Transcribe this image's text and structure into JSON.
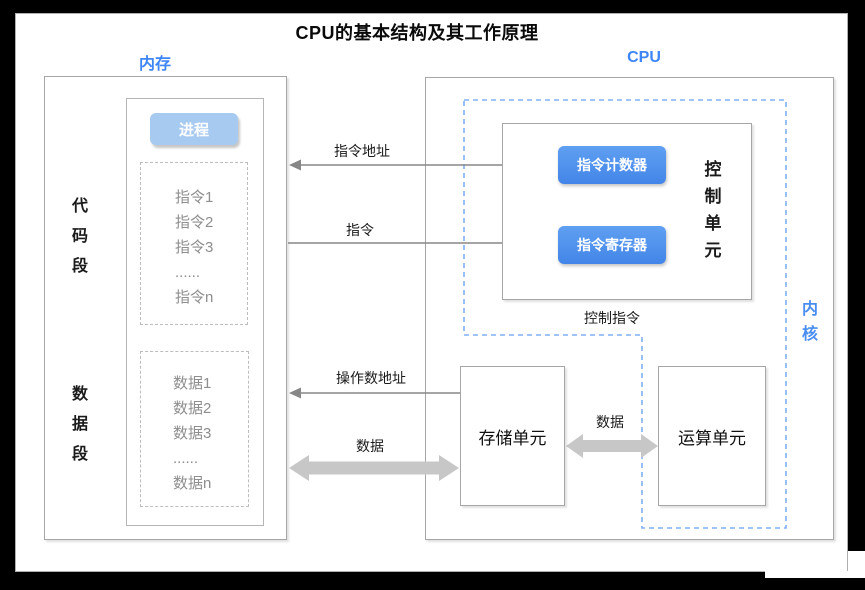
{
  "page": {
    "title": "CPU的基本结构及其工作原理"
  },
  "memory": {
    "label": "内存",
    "process_button": "进程",
    "code_segment": {
      "label": "代码段",
      "items": [
        "指令1",
        "指令2",
        "指令3",
        "......",
        "指令n"
      ]
    },
    "data_segment": {
      "label": "数据段",
      "items": [
        "数据1",
        "数据2",
        "数据3",
        "......",
        "数据n"
      ]
    }
  },
  "cpu": {
    "label": "CPU",
    "kernel_label": "内核",
    "control_unit": {
      "label": "控制单元",
      "counter_button": "指令计数器",
      "register_button": "指令寄存器",
      "control_instruction_label": "控制指令"
    },
    "storage_unit": "存储单元",
    "compute_unit": "运算单元"
  },
  "arrows": {
    "instruction_address": "指令地址",
    "instruction": "指令",
    "operand_address": "操作数地址",
    "data_memory_storage": "数据",
    "data_storage_compute": "数据"
  },
  "colors": {
    "accent_blue": "#3e86f5",
    "button_blue": "#4f93ee",
    "process_button_blue": "#a7caf1",
    "kernel_dash_blue": "#7fb0f5",
    "thin_arrow_gray": "#878787",
    "thick_arrow_gray": "#c7c7c7"
  }
}
